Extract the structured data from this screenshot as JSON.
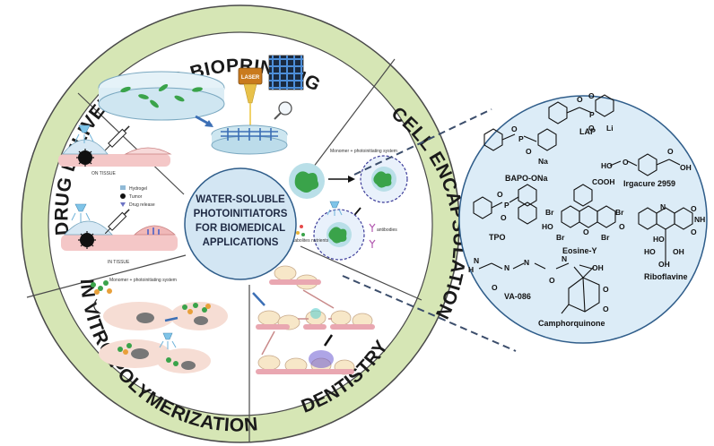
{
  "center": {
    "lines": [
      "WATER-SOLUBLE",
      "PHOTOINITIATORS",
      "FOR BIOMEDICAL",
      "APPLICATIONS"
    ]
  },
  "segments": {
    "top": "3D BIOPRINTING",
    "right": "CELL ENCAPSULATION",
    "bottom_right": "DENTISTRY",
    "bottom_left": "IN VITRO POLYMERIZATION",
    "left": "DRUG DELIVERY"
  },
  "bioprinting": {
    "laser_label": "LASER"
  },
  "drug_delivery": {
    "on_tissue": "ON TISSUE",
    "in_tissue": "IN TISSUE",
    "legend": [
      "Hydrogel",
      "Tumor",
      "Drug release"
    ]
  },
  "cell_encapsulation": {
    "monomer_label": "Monomer + photoinitiating system",
    "metabolites_label": "metabolites nutrients",
    "antibodies_label": "antibodies"
  },
  "in_vitro": {
    "monomer_label": "Monomer + photoinitiating system"
  },
  "chemicals": {
    "lap": "LAP",
    "bapo": "BAPO-ONa",
    "irgacure": "Irgacure 2959",
    "tpo": "TPO",
    "eosin": "Eosine-Y",
    "riboflavin": "Riboflavine",
    "va086": "VA-086",
    "cq": "Camphorquinone"
  },
  "atoms": {
    "o": "O",
    "p": "P",
    "li": "Li",
    "na": "Na",
    "oh": "OH",
    "ho": "HO",
    "br": "Br",
    "cooh": "COOH",
    "n": "N",
    "h": "H",
    "nh": "NH"
  },
  "colors": {
    "ring_green": "#d6e6b5",
    "ring_border": "#4a4a4a",
    "center_fill": "#d3e6f3",
    "chem_circle": "#dcecf7",
    "chem_border": "#2f5d8a",
    "connector": "#3b4d6b"
  }
}
